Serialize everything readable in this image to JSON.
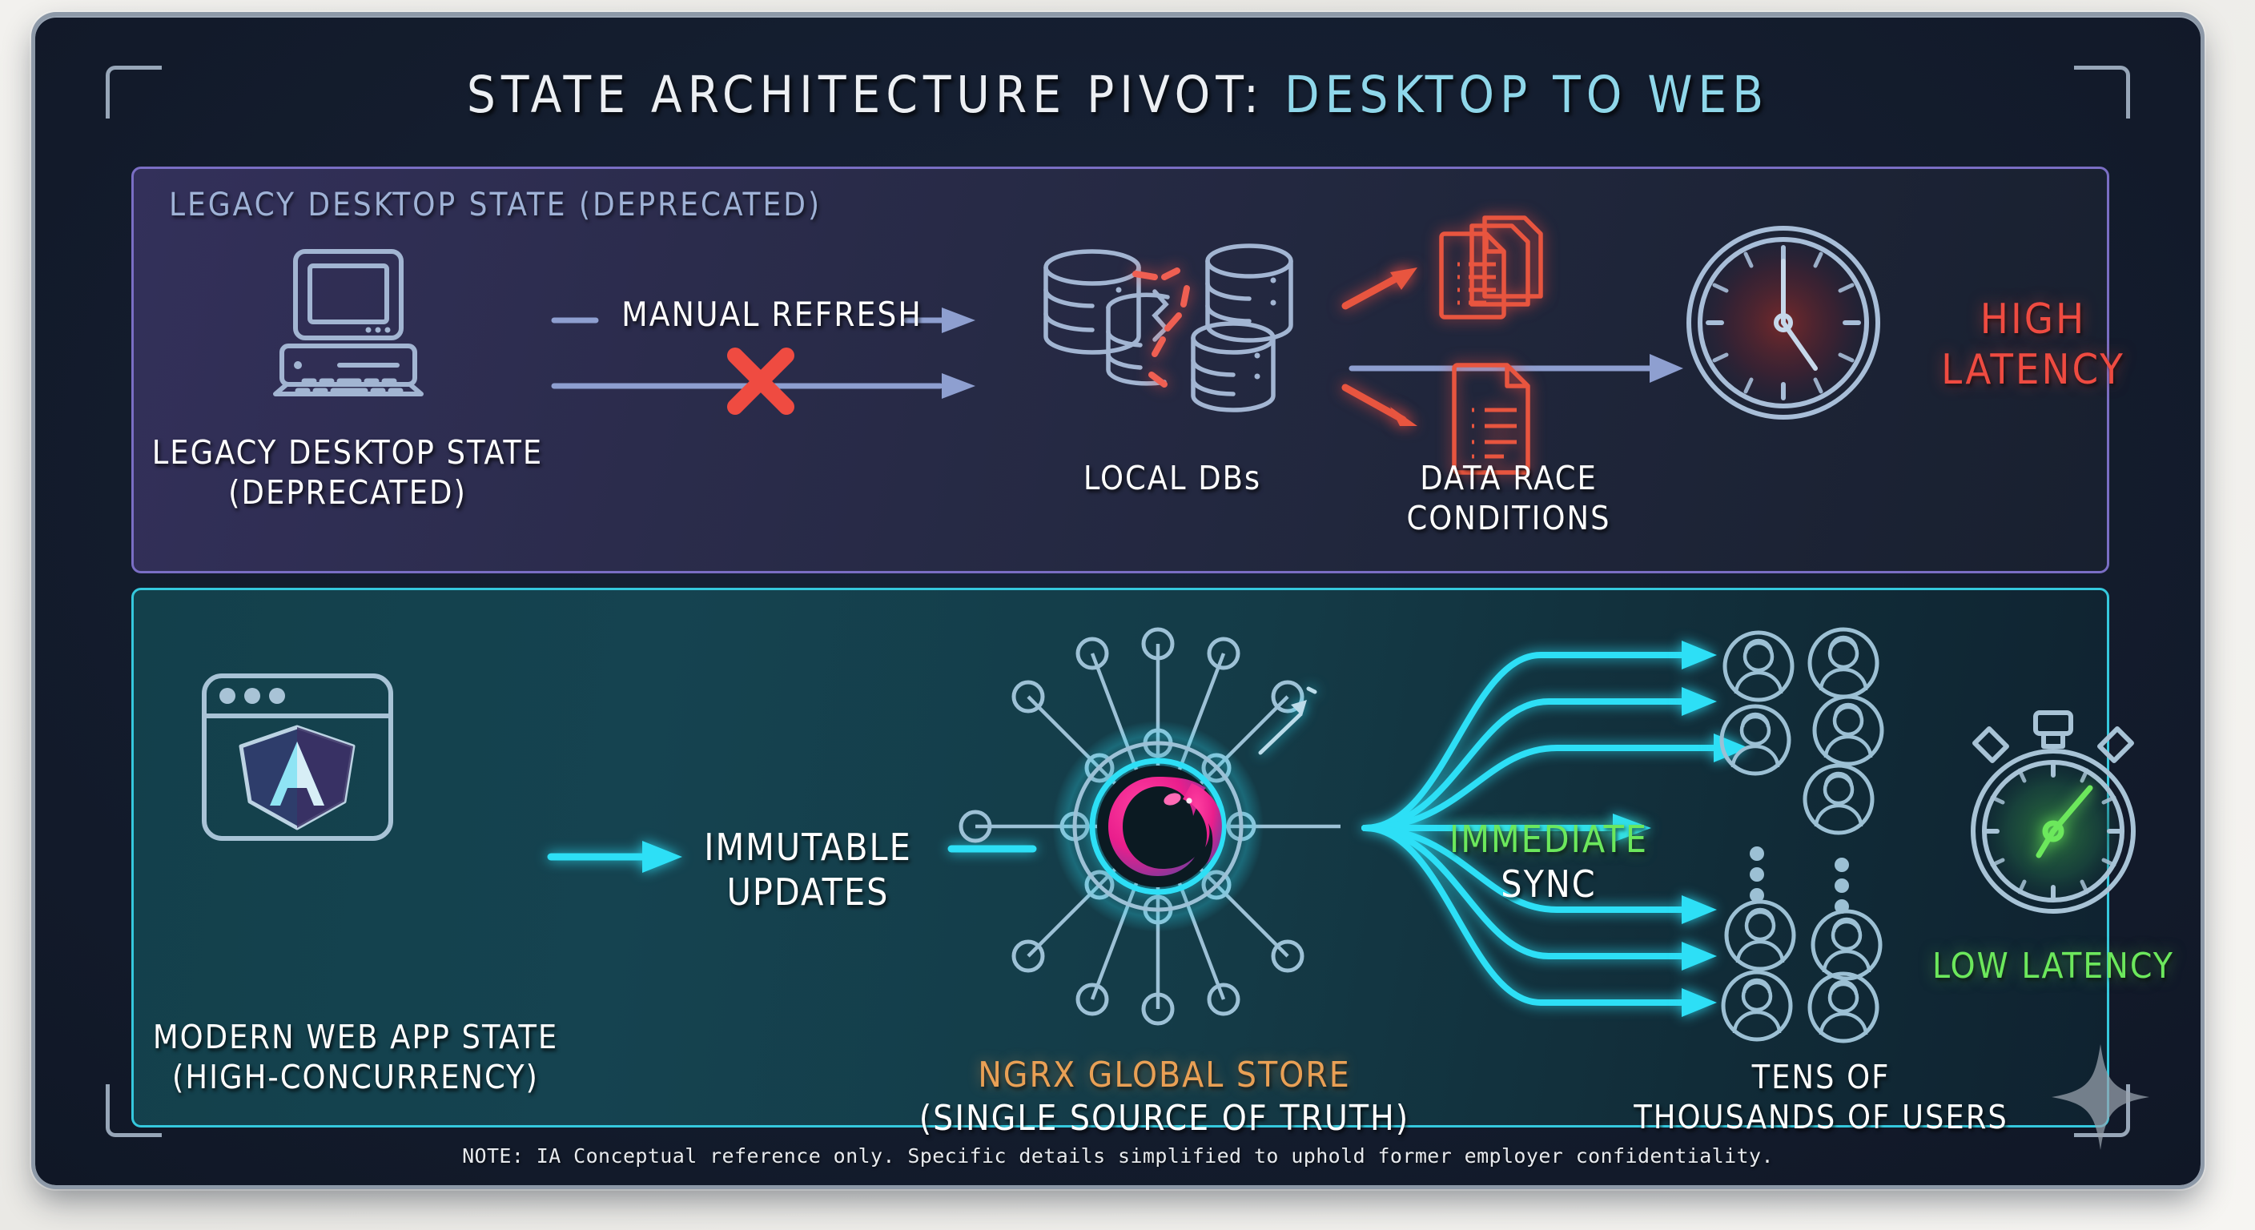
{
  "title": {
    "main": "STATE ARCHITECTURE PIVOT: ",
    "accent": "DESKTOP TO WEB"
  },
  "legacy_panel": {
    "label": "LEGACY DESKTOP STATE (DEPRECATED)",
    "desktop_caption": "LEGACY DESKTOP STATE\n(DEPRECATED)",
    "manual_refresh_label": "MANUAL REFRESH",
    "db_caption": "LOCAL DBs",
    "race_caption": "DATA RACE\nCONDITIONS",
    "latency_line1": "HIGH",
    "latency_line2": "LATENCY",
    "icons": {
      "desktop": "desktop-computer-icon",
      "blocked": "red-x-icon",
      "databases": "local-databases-icon",
      "documents": "race-condition-documents-icon",
      "clock": "slow-clock-icon"
    }
  },
  "modern_panel": {
    "webapp_caption": "MODERN WEB APP STATE\n(HIGH-CONCURRENCY)",
    "immutable_line1": "IMMUTABLE",
    "immutable_line2": "UPDATES",
    "store_line1": "NGRX GLOBAL STORE",
    "store_line2": "(SINGLE SOURCE OF TRUTH)",
    "sync_line1": "IMMEDIATE",
    "sync_line2": "SYNC",
    "users_line1": "TENS OF",
    "users_line2": "THOUSANDS OF USERS",
    "latency_label": "LOW LATENCY",
    "icons": {
      "browser": "browser-window-icon",
      "angular": "angular-shield-icon",
      "store_hub": "ngrx-rxjs-hub-icon",
      "users": "user-avatar-icon",
      "stopwatch": "fast-stopwatch-icon"
    }
  },
  "footer": {
    "note": "NOTE: IA Conceptual reference only. Specific details simplified to uphold former employer confidentiality."
  },
  "decor": {
    "sparkle": "sparkle-star-icon"
  },
  "colors": {
    "accent_cyan": "#8fd7ea",
    "neon_cyan": "#2ddff6",
    "legacy_border": "#7a6ec4",
    "modern_border": "#35c8dd",
    "danger_red": "#ef4b41",
    "success_green": "#6ce85c",
    "store_orange": "#e9a055",
    "line_blue": "#8e9fd0",
    "icon_blue": "#a2b5d2"
  }
}
